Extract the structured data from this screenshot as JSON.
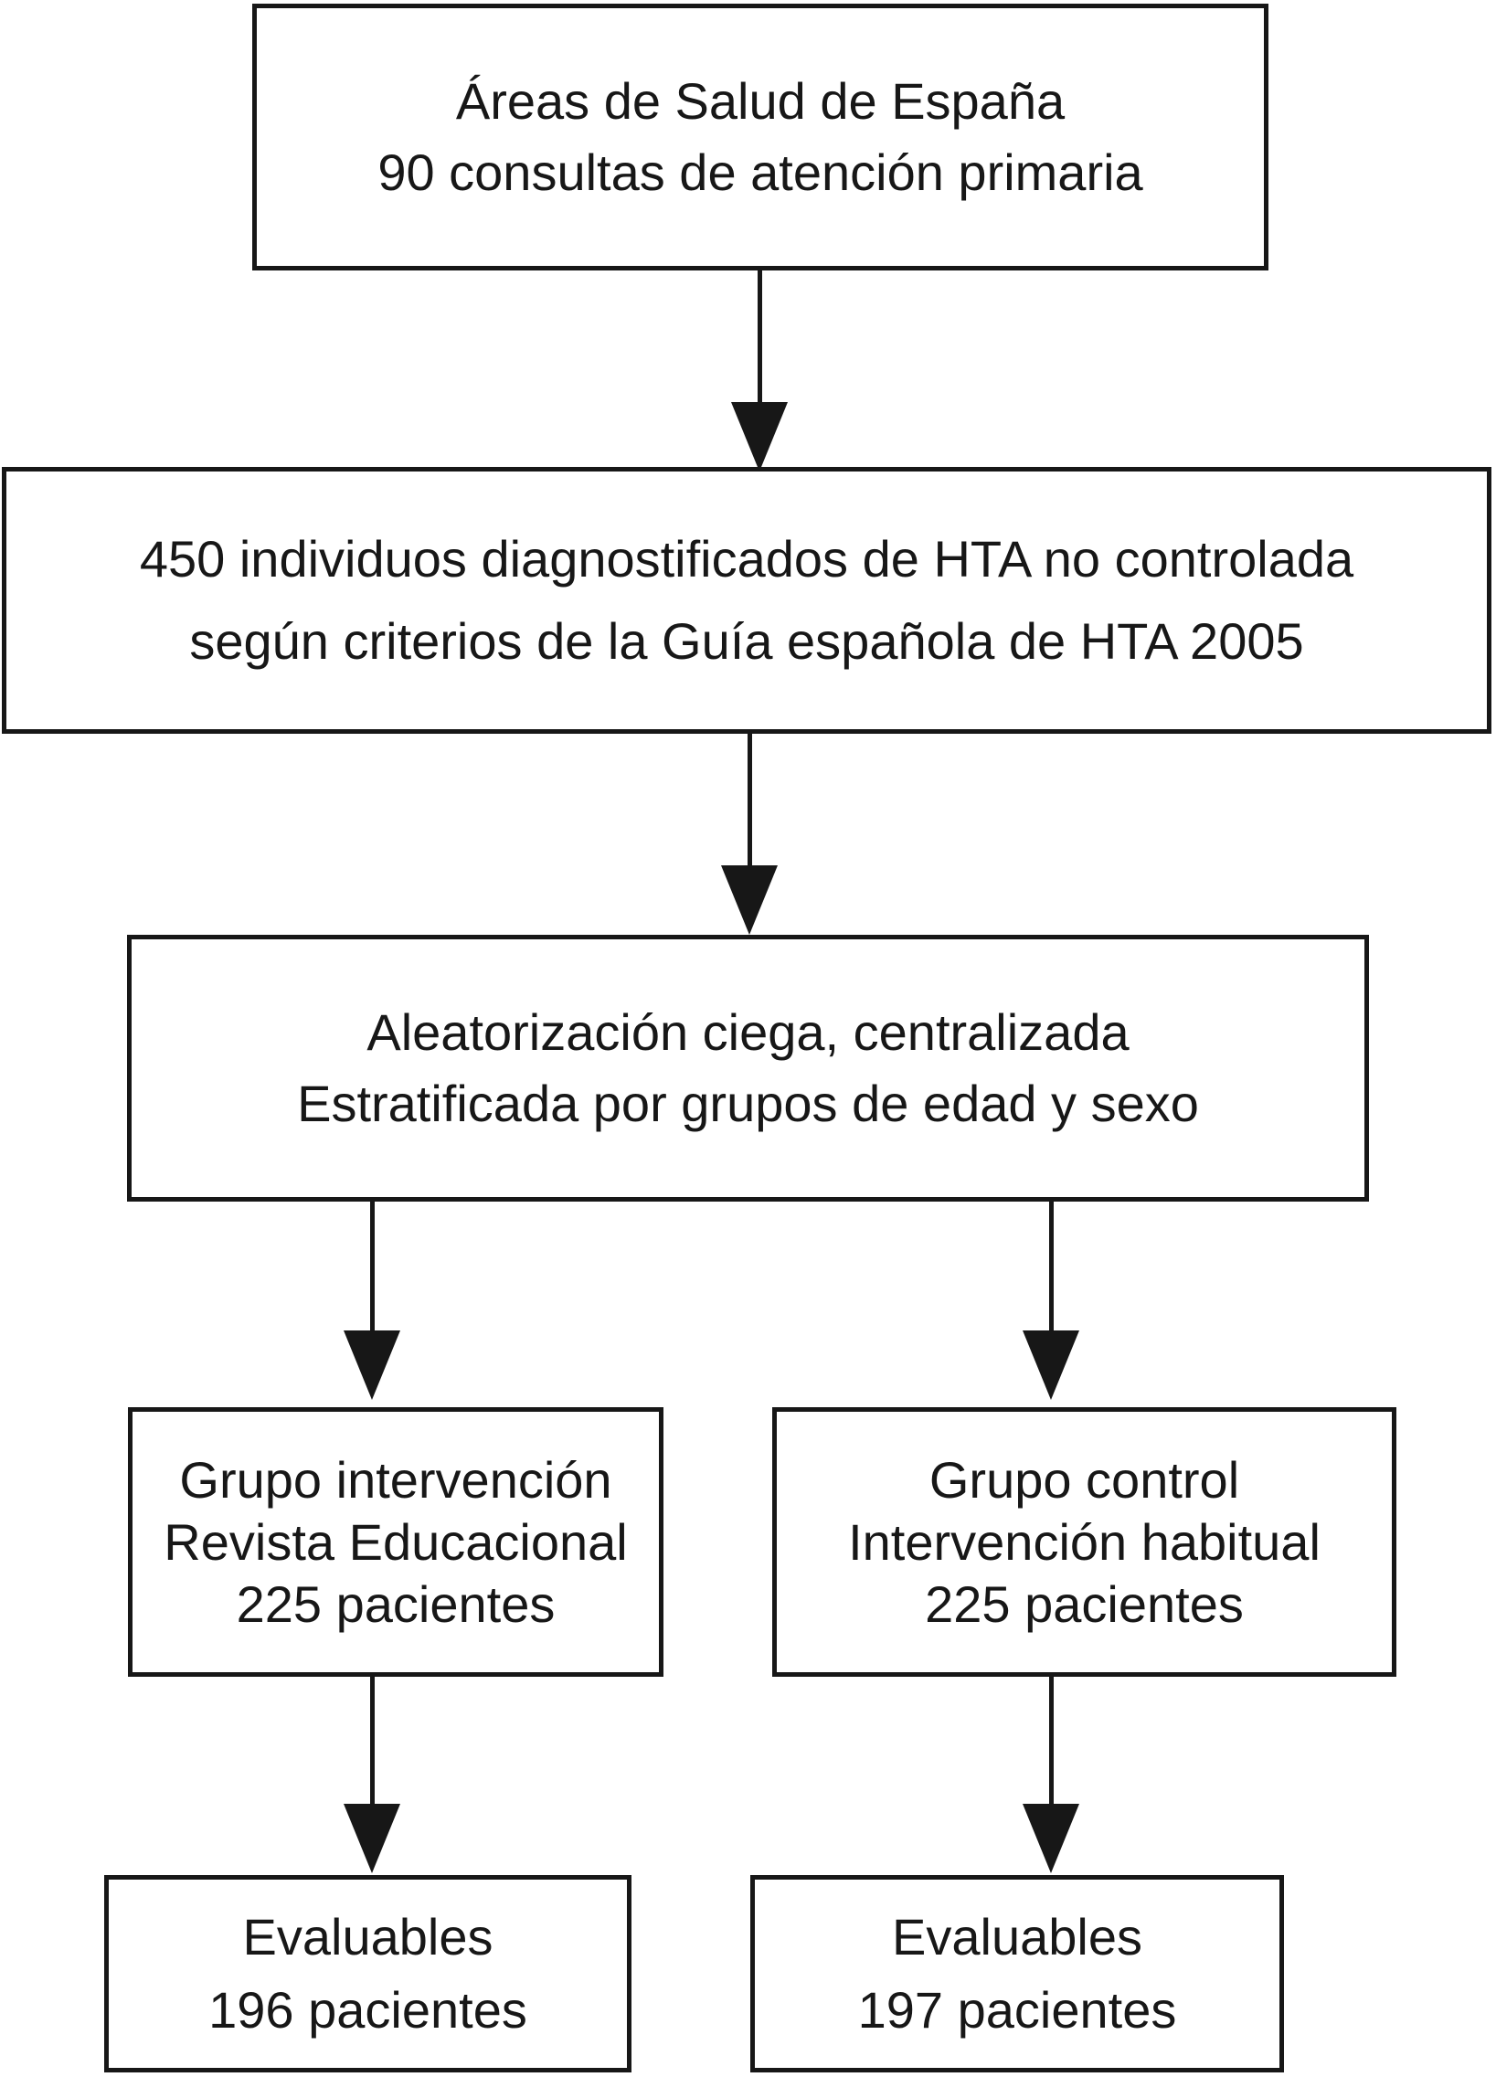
{
  "figure": {
    "type": "flowchart",
    "background_color": "#ffffff",
    "ink_color": "#171717",
    "nodes": {
      "areas_salud": {
        "lines": [
          "Áreas de Salud de España",
          "90 consultas de atención primaria"
        ]
      },
      "individuos_hta": {
        "lines": [
          "450 individuos diagnostificados de HTA no controlada",
          "según criterios de la Guía española de HTA 2005"
        ]
      },
      "aleatorizacion": {
        "lines": [
          "Aleatorización ciega, centralizada",
          "Estratificada por grupos de edad y sexo"
        ]
      },
      "grupo_intervencion": {
        "lines": [
          "Grupo intervención",
          "Revista Educacional",
          "225 pacientes"
        ]
      },
      "grupo_control": {
        "lines": [
          "Grupo control",
          "Intervención habitual",
          "225 pacientes"
        ]
      },
      "evaluables_intervencion": {
        "lines": [
          "Evaluables",
          "196 pacientes"
        ]
      },
      "evaluables_control": {
        "lines": [
          "Evaluables",
          "197 pacientes"
        ]
      }
    }
  }
}
